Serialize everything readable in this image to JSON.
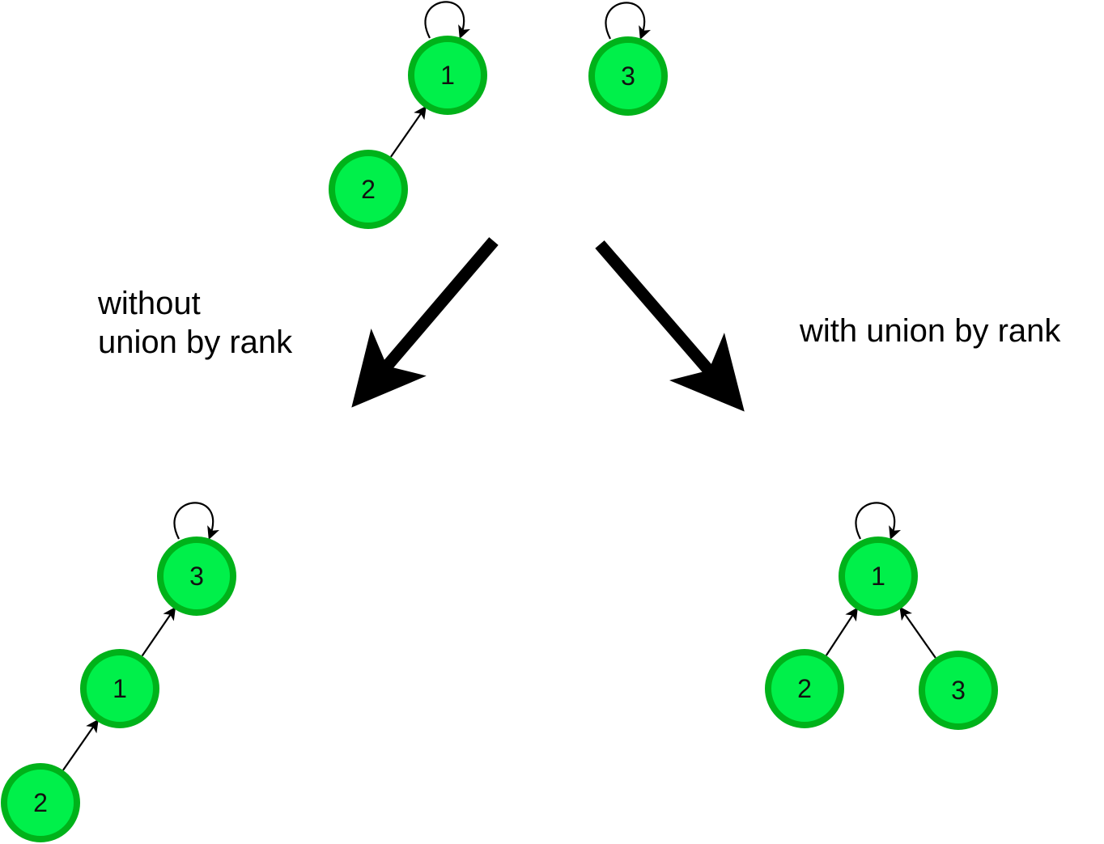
{
  "captions": {
    "left_line1": "without",
    "left_line2": "union by rank",
    "right": "with union by rank"
  },
  "colors": {
    "node_fill": "#00f04a",
    "node_stroke": "#00b21a",
    "edges": "#000000"
  },
  "nodes": [
    {
      "id": "top-1",
      "label": "1",
      "root": true
    },
    {
      "id": "top-2",
      "label": "2",
      "root": false
    },
    {
      "id": "top-3",
      "label": "3",
      "root": true
    },
    {
      "id": "left-3",
      "label": "3",
      "root": true
    },
    {
      "id": "left-1",
      "label": "1",
      "root": false
    },
    {
      "id": "left-2",
      "label": "2",
      "root": false
    },
    {
      "id": "right-1",
      "label": "1",
      "root": true
    },
    {
      "id": "right-2",
      "label": "2",
      "root": false
    },
    {
      "id": "right-3",
      "label": "3",
      "root": false
    }
  ],
  "edges": [
    {
      "from": "top-2",
      "to": "top-1"
    },
    {
      "from": "left-1",
      "to": "left-3"
    },
    {
      "from": "left-2",
      "to": "left-1"
    },
    {
      "from": "right-2",
      "to": "right-1"
    },
    {
      "from": "right-3",
      "to": "right-1"
    }
  ]
}
